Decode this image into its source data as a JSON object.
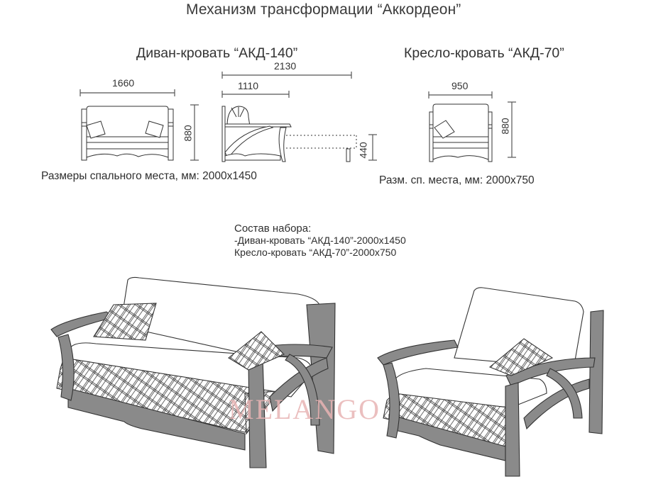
{
  "title": "Механизм трансформации “Аккордеон”",
  "sofa": {
    "heading": "Диван-кровать “АКД-140”",
    "dim_width": "1660",
    "dim_height": "880",
    "dim_depth_open": "2130",
    "dim_depth": "1110",
    "dim_seat_height": "440",
    "sleeping_area": "Размеры спального места, мм: 2000x1450"
  },
  "armchair": {
    "heading": "Кресло-кровать “АКД-70”",
    "dim_width": "950",
    "dim_height": "880",
    "sleeping_area": "Разм. сп.  места, мм: 2000x750"
  },
  "kit": {
    "heading": "Состав набора:",
    "items": [
      "-Диван-кровать “АКД-140”-2000x1450",
      "Кресло-кровать “АКД-70”-2000x750"
    ]
  },
  "watermark": "MELANGO",
  "colors": {
    "wood": "#8a8a8a",
    "line": "#3a3a3a",
    "watermark": "#e8b4b4"
  }
}
